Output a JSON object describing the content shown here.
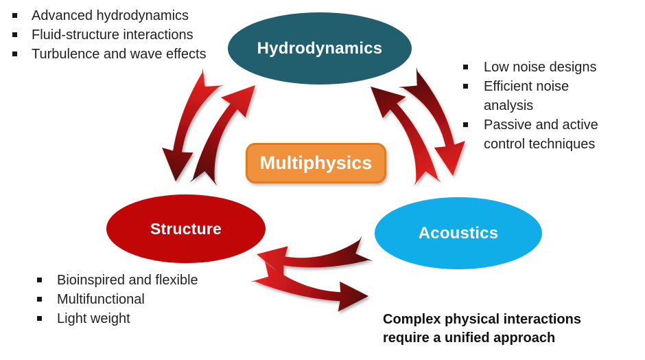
{
  "center": {
    "label": "Multiphysics"
  },
  "nodes": {
    "hydrodynamics": {
      "label": "Hydrodynamics"
    },
    "structure": {
      "label": "Structure"
    },
    "acoustics": {
      "label": "Acoustics"
    }
  },
  "lists": {
    "hydrodynamics": {
      "items": [
        "Advanced hydrodynamics",
        "Fluid-structure interactions",
        "Turbulence and wave effects"
      ]
    },
    "acoustics": {
      "items": [
        "Low noise designs",
        "Efficient noise analysis",
        "Passive and active control techniques"
      ]
    },
    "structure": {
      "items": [
        "Bioinspired and flexible",
        "Multifunctional",
        "Light weight"
      ]
    }
  },
  "caption": "Complex physical interactions require a unified approach",
  "colors": {
    "hydrodynamics": "#215f6e",
    "structure": "#c00606",
    "acoustics": "#11ade9",
    "center_fill": "#f0923d",
    "center_border": "#e2781f",
    "arrow_bright": "#e32222",
    "arrow_mid": "#a81113",
    "arrow_dark": "#55080a",
    "text": "#1f1f1f"
  }
}
